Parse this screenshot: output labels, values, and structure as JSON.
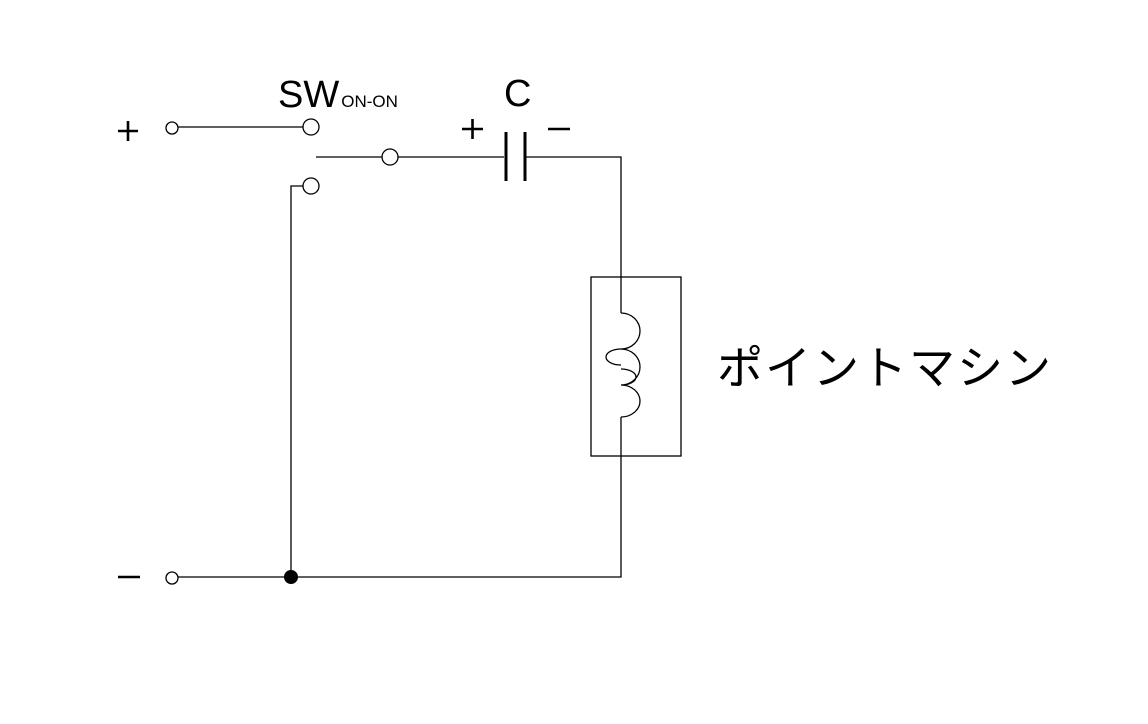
{
  "switch": {
    "name": "SW",
    "subscript": "ON-ON"
  },
  "capacitor": {
    "name": "C",
    "plus": "+",
    "minus": "−"
  },
  "supply": {
    "plus": "+",
    "minus": "−"
  },
  "load": {
    "name": "ポイントマシン"
  }
}
